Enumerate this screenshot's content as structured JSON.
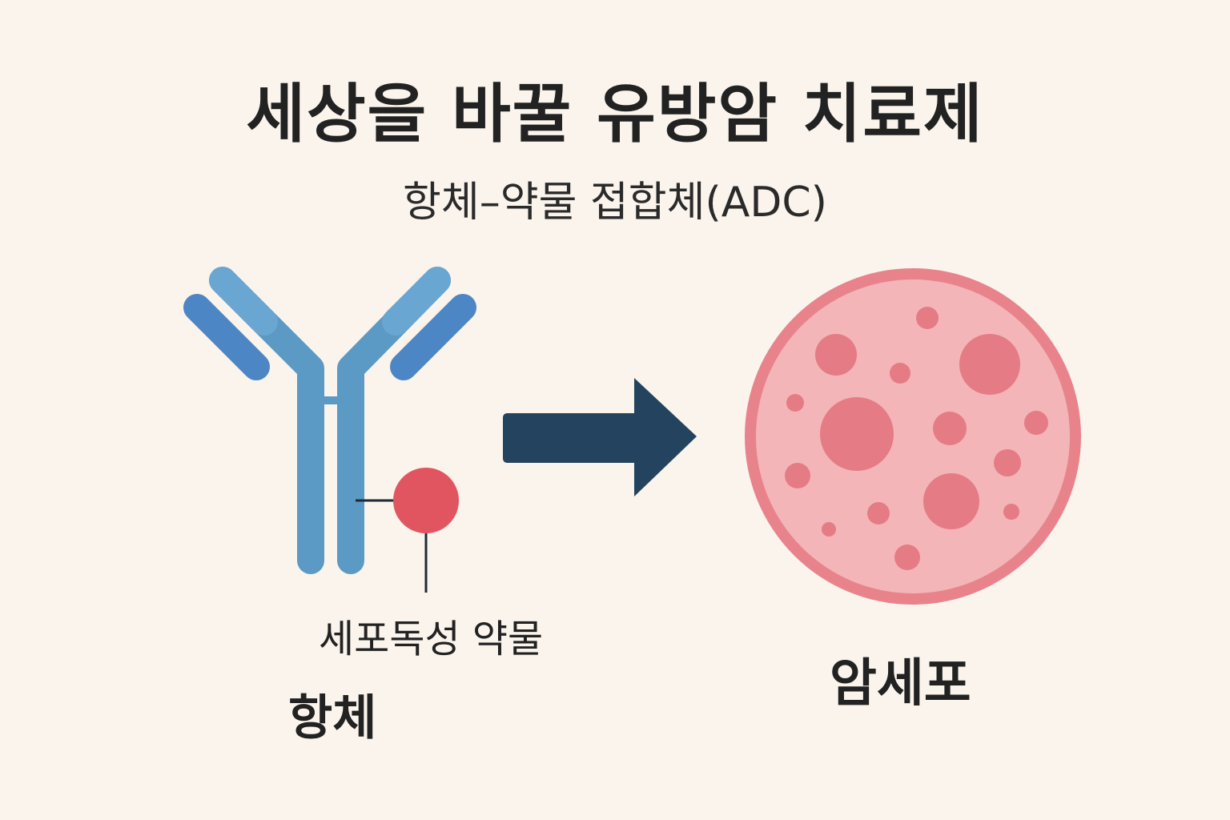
{
  "header": {
    "title": "세상을 바꿀 유방암 치료제",
    "subtitle": "항체–약물 접합체(ADC)"
  },
  "labels": {
    "drug": "세포독성 약물",
    "antibody": "항체",
    "cancer_cell": "암세포"
  },
  "icons": {
    "antibody": "y-shaped-antibody-icon",
    "drug": "red-drug-sphere-icon",
    "arrow": "right-arrow-icon",
    "cancer_cell": "cancer-cell-icon"
  },
  "colors": {
    "background": "#faf4ec",
    "antibody_heavy": "#5b9ac4",
    "antibody_light": "#4d86c4",
    "drug": "#e05560",
    "arrow": "#23435f",
    "cell_outer": "#e8838c",
    "cell_inner": "#f3b5b8",
    "cell_spots": "#e57b85",
    "text": "#222222"
  }
}
